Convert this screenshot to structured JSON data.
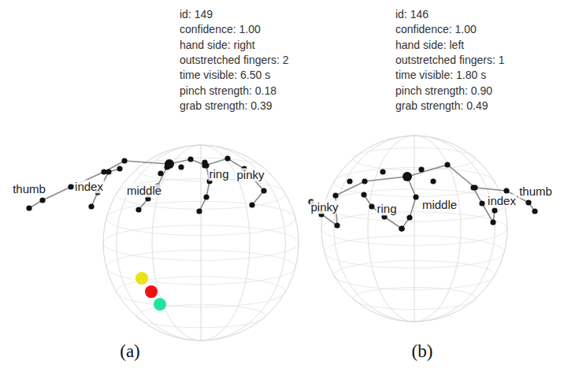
{
  "diagram": {
    "labels": [
      "id: 149",
      "confidence: 1.00",
      "hand side: right",
      "outstretched fingers: 2",
      "time visible: 6.50 s",
      "pinch strength: 0.18",
      "grab strength: 0.39",
      "thumb",
      "index",
      "middle",
      "ring",
      "pinky",
      "(a)",
      "id: 146",
      "confidence: 1.00",
      "hand side: left",
      "outstretched fingers: 1",
      "time visible: 1.80 s",
      "pinch strength: 0.90",
      "grab strength: 0.49",
      "pinky",
      "ring",
      "middle",
      "index",
      "thumb",
      "(b)"
    ]
  }
}
